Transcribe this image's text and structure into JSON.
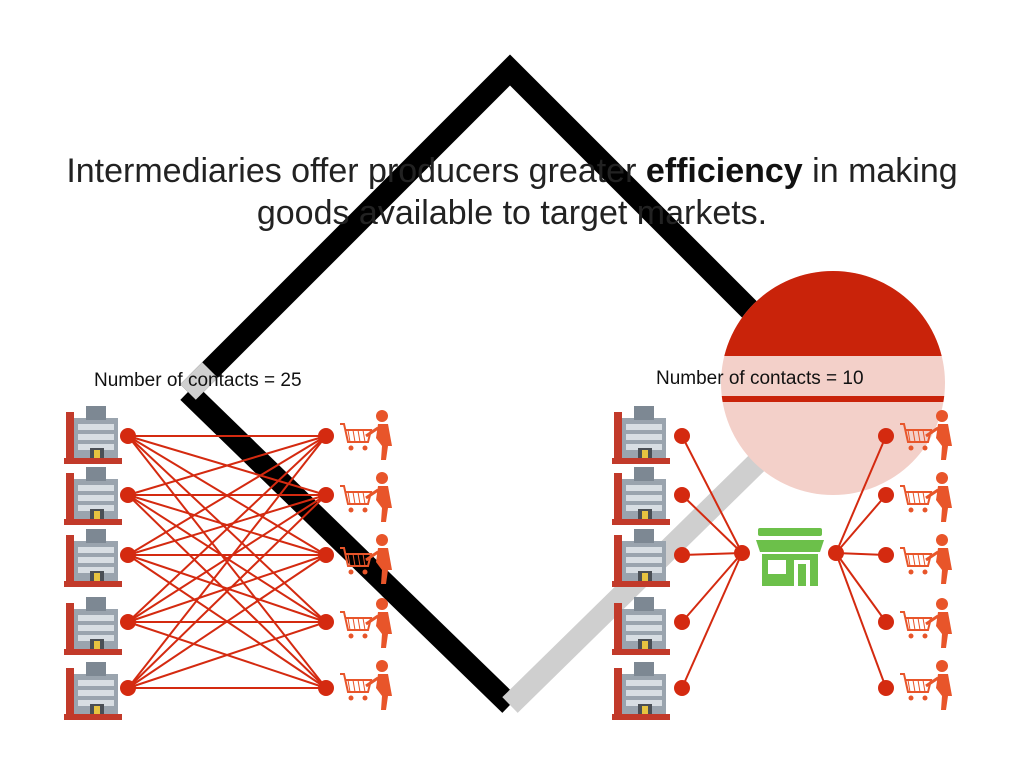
{
  "headline": {
    "part1": "Intermediaries offer producers greater ",
    "emphasis": "efficiency",
    "part2": " in making",
    "line2": "goods available to target markets."
  },
  "left_panel": {
    "label": "Number of contacts = 25",
    "producers": 5,
    "consumers": 5
  },
  "right_panel": {
    "label": "Number of contacts = 10",
    "producers": 5,
    "consumers": 5,
    "intermediary_icon": "storefront-icon"
  },
  "icons": {
    "producer": "factory-icon",
    "consumer": "shopper-cart-icon"
  },
  "colors": {
    "line": "#d42a10",
    "node": "#d42a10",
    "consumer": "#e8552a",
    "store": "#6cc04a",
    "circle_dark": "#c9230a",
    "circle_light": "#f3d0c9"
  }
}
